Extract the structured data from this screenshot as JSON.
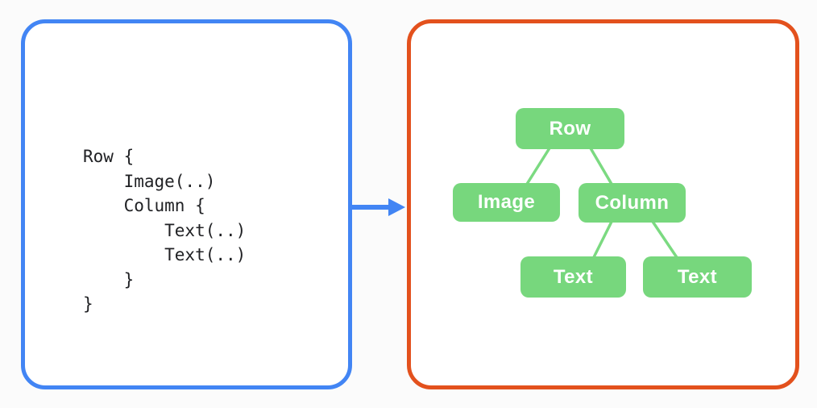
{
  "colors": {
    "background": "#FBFBFB",
    "panel_fill": "#FFFFFF",
    "code_panel_border": "#4285F4",
    "tree_panel_border": "#E3511D",
    "node_fill": "#77D77D",
    "edge_stroke": "#7BDA81",
    "node_text": "#FFFFFF",
    "code_text": "#202124",
    "arrow": "#4285F4"
  },
  "code_panel": {
    "code": "Row {\n    Image(..)\n    Column {\n        Text(..)\n        Text(..)\n    }\n}"
  },
  "tree": {
    "nodes": [
      {
        "id": "row",
        "label": "Row"
      },
      {
        "id": "image",
        "label": "Image"
      },
      {
        "id": "column",
        "label": "Column"
      },
      {
        "id": "text1",
        "label": "Text"
      },
      {
        "id": "text2",
        "label": "Text"
      }
    ],
    "edges": [
      {
        "from": "row",
        "to": "image"
      },
      {
        "from": "row",
        "to": "column"
      },
      {
        "from": "column",
        "to": "text1"
      },
      {
        "from": "column",
        "to": "text2"
      }
    ]
  }
}
